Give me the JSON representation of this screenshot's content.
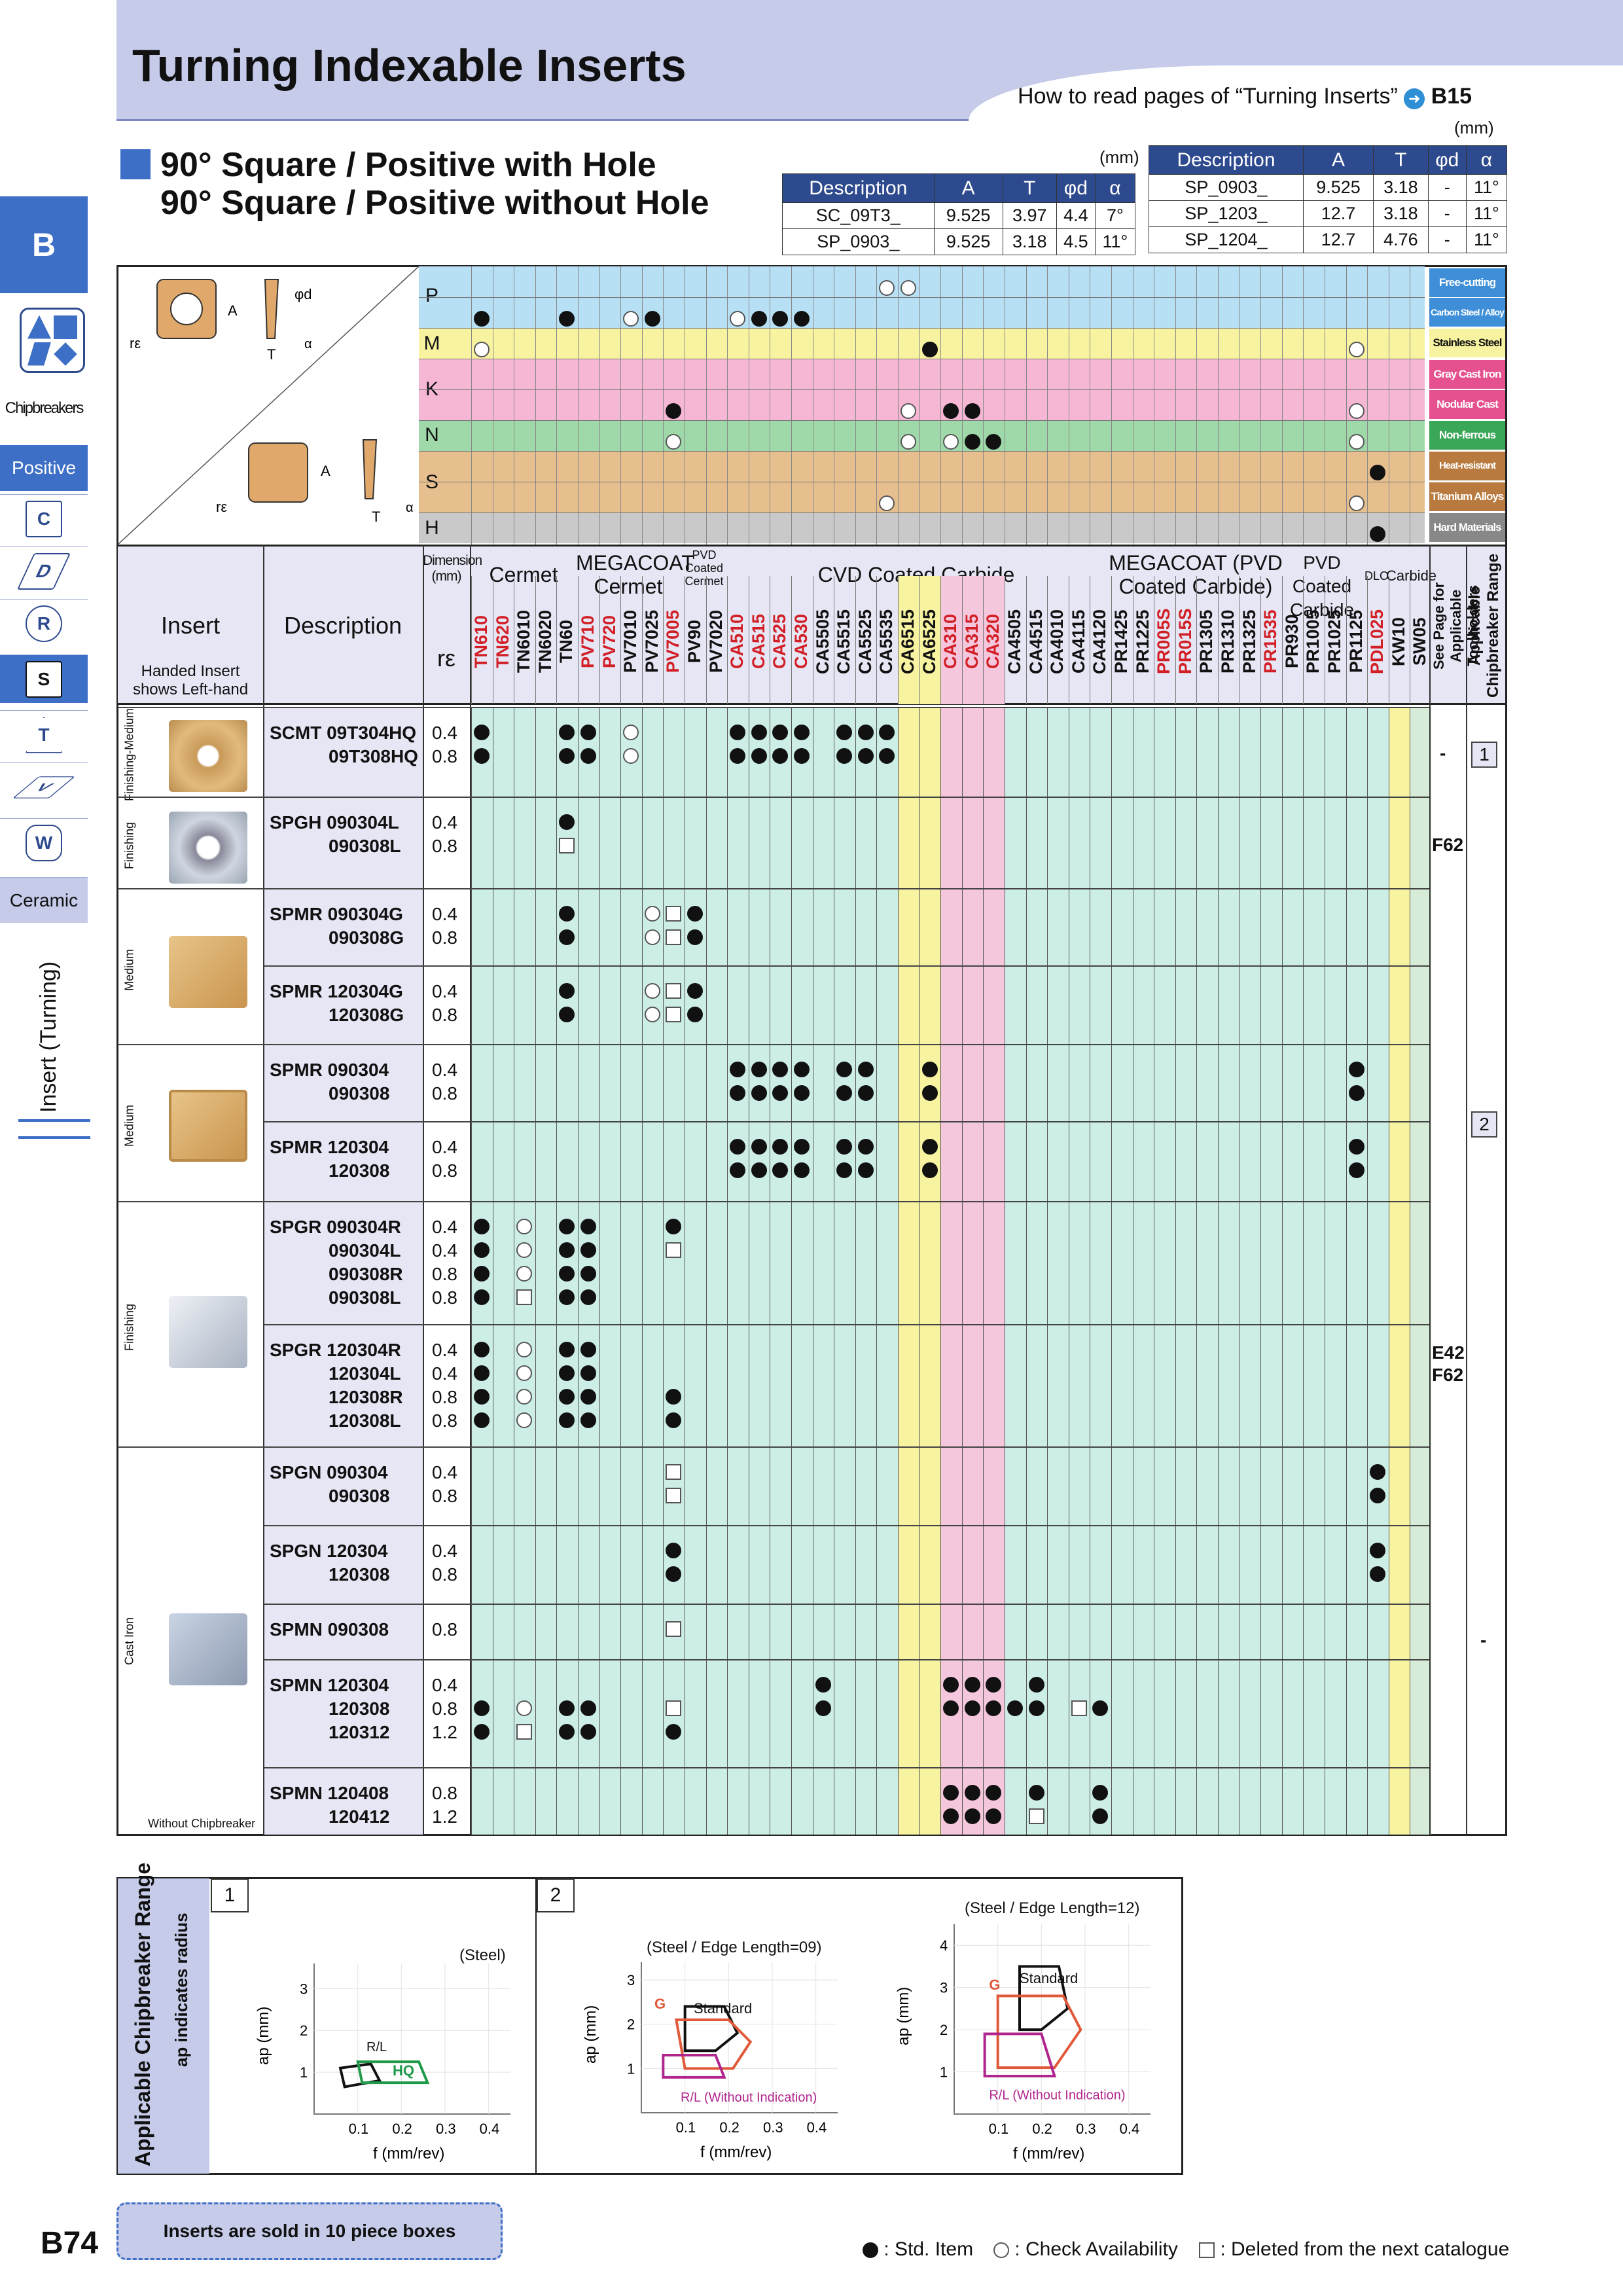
{
  "header": {
    "title": "Turning Indexable Inserts",
    "how_to": "How to read pages of “Turning Inserts”",
    "how_to_ref": "B15",
    "section_letter": "B"
  },
  "sub_titles": [
    "90° Square / Positive with Hole",
    "90° Square / Positive without Hole"
  ],
  "unit": "(mm)",
  "dims_left": {
    "headers": [
      "Description",
      "A",
      "T",
      "φd",
      "α"
    ],
    "rows": [
      [
        "SC_09T3_",
        "9.525",
        "3.97",
        "4.4",
        "7°"
      ],
      [
        "SP_0903_",
        "9.525",
        "3.18",
        "4.5",
        "11°"
      ]
    ]
  },
  "dims_right": {
    "headers": [
      "Description",
      "A",
      "T",
      "φd",
      "α"
    ],
    "rows": [
      [
        "SP_0903_",
        "9.525",
        "3.18",
        "-",
        "11°"
      ],
      [
        "SP_1203_",
        "12.7",
        "3.18",
        "-",
        "11°"
      ],
      [
        "SP_1204_",
        "12.7",
        "4.76",
        "-",
        "11°"
      ]
    ]
  },
  "sidebar": {
    "chipbreakers": "Chipbreakers",
    "positive": "Positive",
    "shapes": [
      "C",
      "D",
      "R",
      "S",
      "T",
      "V",
      "W"
    ],
    "ceramic": "Ceramic",
    "vertical": "Insert (Turning)"
  },
  "materials": [
    {
      "code": "P",
      "names": [
        "Free-cutting steel",
        "Carbon Steel / Alloy Steel"
      ],
      "color": "#b8e0f5"
    },
    {
      "code": "M",
      "names": [
        "Stainless Steel"
      ],
      "color": "#f8f3a0"
    },
    {
      "code": "K",
      "names": [
        "Gray Cast Iron",
        "Nodular Cast Iron"
      ],
      "color": "#f5b7d4"
    },
    {
      "code": "N",
      "names": [
        "Non-ferrous Metals"
      ],
      "color": "#9fd9a9"
    },
    {
      "code": "S",
      "names": [
        "Heat-resistant Alloys",
        "Titanium Alloys"
      ],
      "color": "#e7bf8f"
    },
    {
      "code": "H",
      "names": [
        "Hard Materials"
      ],
      "color": "#c9c9c9"
    }
  ],
  "column_headers": {
    "insert": "Insert",
    "handed": "Handed Insert shows Left-hand",
    "description": "Description",
    "dimension": "Dimension (mm)",
    "re": "rε",
    "see_page": "See Page for Applicable Toolholders",
    "range": "Applicable Chipbreaker Range"
  },
  "groups": [
    "Cermet",
    "MEGACOAT Cermet",
    "PVD Coated Cermet",
    "CVD Coated Carbide",
    "MEGACOAT (PVD Coated Carbide)",
    "PVD Coated Carbide",
    "DLC",
    "Carbide"
  ],
  "grades": [
    "TN610",
    "TN620",
    "TN6010",
    "TN6020",
    "TN60",
    "PV710",
    "PV720",
    "PV7010",
    "PV7025",
    "PV7005",
    "PV90",
    "PV7020",
    "CA510",
    "CA515",
    "CA525",
    "CA530",
    "CA5505",
    "CA5515",
    "CA5525",
    "CA5535",
    "CA6515",
    "CA6525",
    "CA310",
    "CA315",
    "CA320",
    "CA4505",
    "CA4515",
    "CA4010",
    "CA4115",
    "CA4120",
    "PR1425",
    "PR1225",
    "PR005S",
    "PR015S",
    "PR1305",
    "PR1310",
    "PR1325",
    "PR1535",
    "PR930",
    "PR1005",
    "PR1025",
    "PR1125",
    "PDL025",
    "KW10",
    "SW05"
  ],
  "categories": [
    "Finishing-Medium",
    "Finishing",
    "Medium",
    "Medium",
    "Finishing",
    "Cast Iron"
  ],
  "without_chipbreaker": "Without Chipbreaker",
  "rows": [
    {
      "desc": [
        "SCMT 09T304HQ",
        "09T308HQ"
      ],
      "re": [
        "0.4",
        "0.8"
      ],
      "page": "-",
      "range": "1"
    },
    {
      "desc": [
        "SPGH 090304L",
        "090308L"
      ],
      "re": [
        "0.4",
        "0.8"
      ],
      "page": "F62",
      "range": ""
    },
    {
      "desc": [
        "SPMR 090304G",
        "090308G"
      ],
      "re": [
        "0.4",
        "0.8"
      ],
      "page": "",
      "range": ""
    },
    {
      "desc": [
        "SPMR 120304G",
        "120308G"
      ],
      "re": [
        "0.4",
        "0.8"
      ],
      "page": "",
      "range": ""
    },
    {
      "desc": [
        "SPMR 090304",
        "090308"
      ],
      "re": [
        "0.4",
        "0.8"
      ],
      "page": "",
      "range": "2"
    },
    {
      "desc": [
        "SPMR 120304",
        "120308"
      ],
      "re": [
        "0.4",
        "0.8"
      ],
      "page": "",
      "range": ""
    },
    {
      "desc": [
        "SPGR 090304R",
        "090304L",
        "090308R",
        "090308L"
      ],
      "re": [
        "0.4",
        "0.4",
        "0.8",
        "0.8"
      ],
      "page": "",
      "range": ""
    },
    {
      "desc": [
        "SPGR 120304R",
        "120304L",
        "120308R",
        "120308L"
      ],
      "re": [
        "0.4",
        "0.4",
        "0.8",
        "0.8"
      ],
      "page": "E42 F62",
      "range": ""
    },
    {
      "desc": [
        "SPGN 090304",
        "090308"
      ],
      "re": [
        "0.4",
        "0.8"
      ],
      "page": "",
      "range": ""
    },
    {
      "desc": [
        "SPGN 120304",
        "120308"
      ],
      "re": [
        "0.4",
        "0.8"
      ],
      "page": "",
      "range": ""
    },
    {
      "desc": [
        "SPMN 090308"
      ],
      "re": [
        "0.8"
      ],
      "page": "-",
      "range": ""
    },
    {
      "desc": [
        "SPMN 120304",
        "120308",
        "120312"
      ],
      "re": [
        "0.4",
        "0.8",
        "1.2"
      ],
      "page": "",
      "range": ""
    },
    {
      "desc": [
        "SPMN 120408",
        "120412"
      ],
      "re": [
        "0.8",
        "1.2"
      ],
      "page": "",
      "range": ""
    }
  ],
  "chipbreaker_panel": {
    "title": "Applicable Chipbreaker Range",
    "subtitle": "ap indicates radius",
    "p1": {
      "num": "1",
      "note": "(Steel)",
      "labels": [
        "R/L",
        "HQ"
      ],
      "ylabel": "ap (mm)",
      "xlabel": "f (mm/rev)",
      "yt": [
        "3",
        "2",
        "1"
      ],
      "xt": [
        "0.1",
        "0.2",
        "0.3",
        "0.4"
      ]
    },
    "p2": {
      "num": "2",
      "note": "(Steel / Edge Length=09)",
      "labels": [
        "G",
        "Standard",
        "R/L (Without Indication)"
      ],
      "ylabel": "ap (mm)",
      "xlabel": "f (mm/rev)",
      "yt": [
        "3",
        "2",
        "1"
      ],
      "xt": [
        "0.1",
        "0.2",
        "0.3",
        "0.4"
      ]
    },
    "p3": {
      "note": "(Steel / Edge Length=12)",
      "labels": [
        "G",
        "Standard",
        "R/L (Without Indication)"
      ],
      "ylabel": "ap (mm)",
      "xlabel": "f (mm/rev)",
      "yt": [
        "4",
        "3",
        "2",
        "1"
      ],
      "xt": [
        "0.1",
        "0.2",
        "0.3",
        "0.4"
      ]
    }
  },
  "footer": {
    "page": "B74",
    "note": "Inserts are sold in 10 piece boxes",
    "legend": [
      ": Std. Item",
      ": Check Availability",
      ": Deleted from the next catalogue"
    ]
  },
  "colors": {
    "header_bg": "#c5cbe9",
    "accent_blue": "#2e4a8e",
    "grid_teal": "#cdeee7",
    "row_label_bg": "#e6e6f5"
  }
}
